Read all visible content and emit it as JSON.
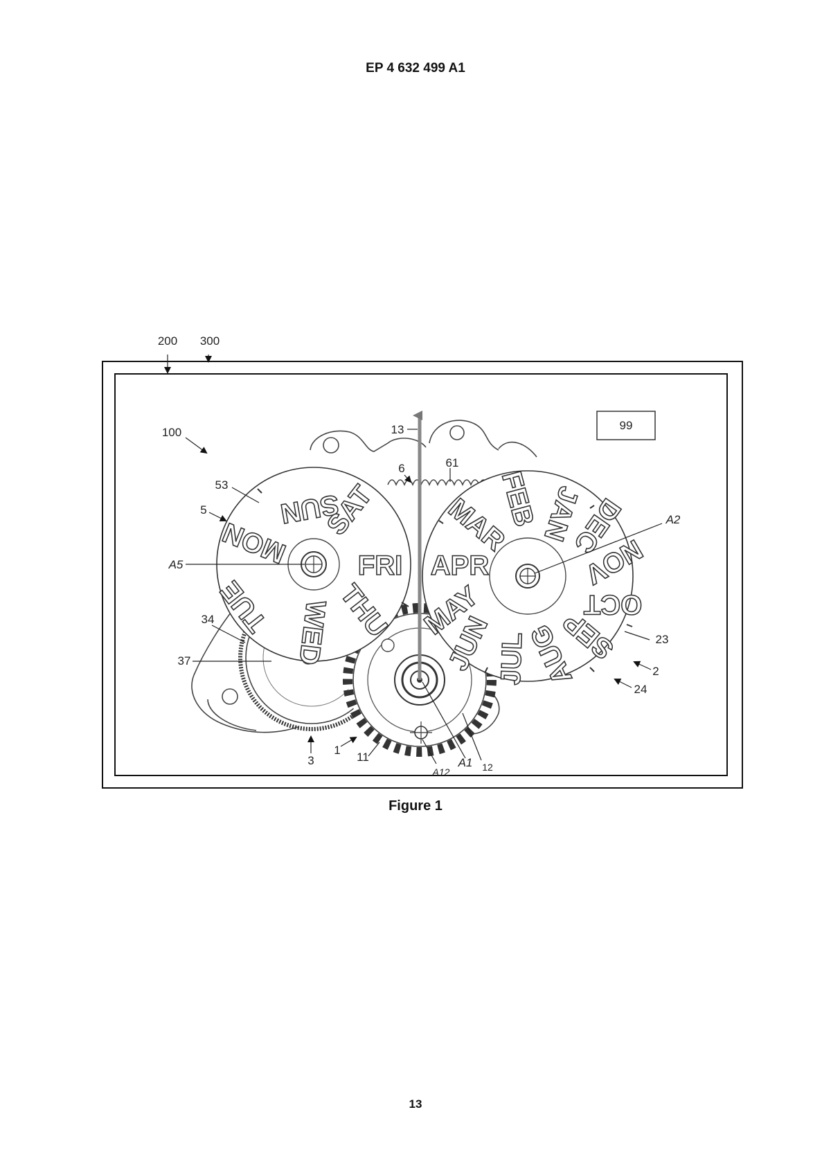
{
  "header": {
    "publication_number": "EP 4 632 499 A1"
  },
  "figure": {
    "caption": "Figure 1",
    "box_label": "99",
    "reference_numerals": {
      "r200": "200",
      "r300": "300",
      "r100": "100",
      "r13": "13",
      "r6": "6",
      "r61": "61",
      "r53": "53",
      "r5": "5",
      "rA5": "A5",
      "rA2": "A2",
      "r34": "34",
      "r37": "37",
      "r23": "23",
      "r2": "2",
      "r24": "24",
      "r3": "3",
      "r1": "1",
      "r11": "11",
      "rA1": "A1",
      "r12": "12",
      "rA12": "A12"
    },
    "weekday_disc": {
      "days": [
        "SUN",
        "SAT",
        "FRI",
        "THU",
        "WED",
        "TUE",
        "MON"
      ]
    },
    "month_disc": {
      "months": [
        "JAN",
        "FEB",
        "MAR",
        "APR",
        "MAY",
        "JUN",
        "JUL",
        "AUG",
        "SEP",
        "OCT",
        "NOV",
        "DEC"
      ]
    }
  },
  "footer": {
    "page_number": "13"
  }
}
